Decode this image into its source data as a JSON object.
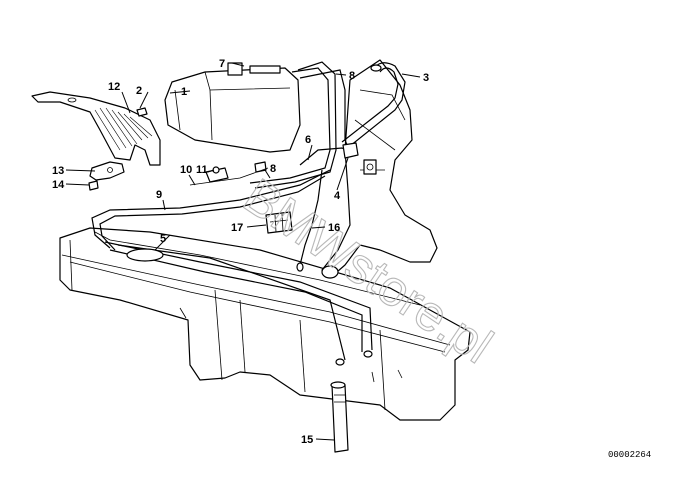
{
  "diagram": {
    "drawing_number": "00002264",
    "watermark": "BMWstore.pl",
    "callouts": {
      "c1": "1",
      "c2": "2",
      "c3": "3",
      "c4": "4",
      "c5": "5",
      "c6": "6",
      "c7": "7",
      "c8a": "8",
      "c8b": "8",
      "c9": "9",
      "c10": "10",
      "c11": "11",
      "c12": "12",
      "c13": "13",
      "c14": "14",
      "c15": "15",
      "c16": "16",
      "c17": "17"
    }
  }
}
